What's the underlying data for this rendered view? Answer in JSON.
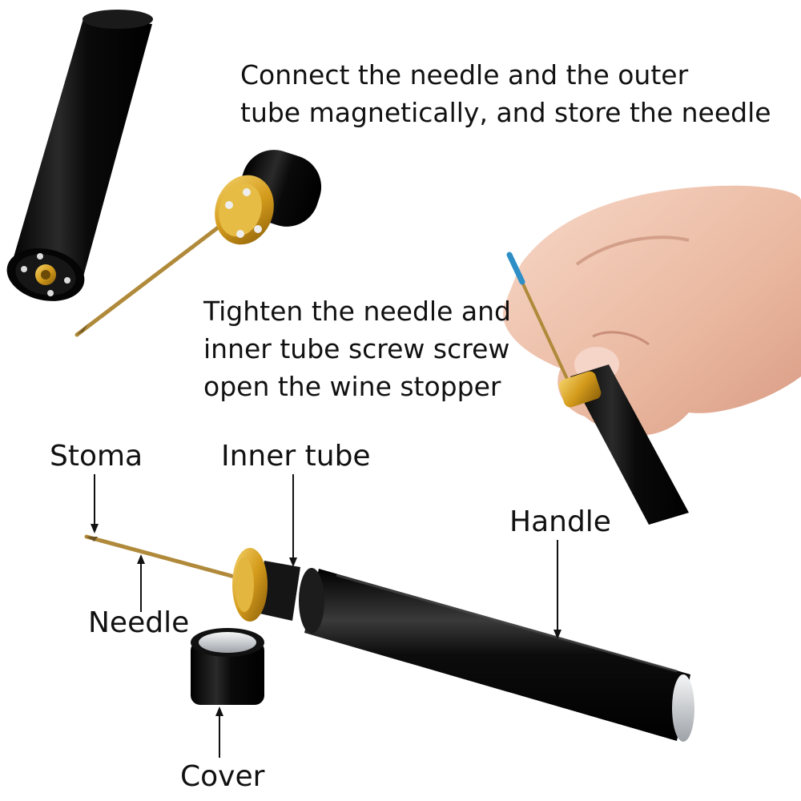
{
  "captions": {
    "magnetic_storage": [
      "Connect the needle and the outer",
      "tube magnetically, and store the needle"
    ],
    "usage": [
      "Tighten the needle and",
      "inner tube screw screw",
      "open the wine stopper"
    ]
  },
  "labels": {
    "stoma": "Stoma",
    "inner_tube": "Inner tube",
    "handle": "Handle",
    "needle": "Needle",
    "cover": "Cover"
  },
  "colors": {
    "body_black": "#0b0b0b",
    "brass": "#d8a626",
    "skin": "#f1c8b3",
    "steel": "#c9ccd0"
  }
}
